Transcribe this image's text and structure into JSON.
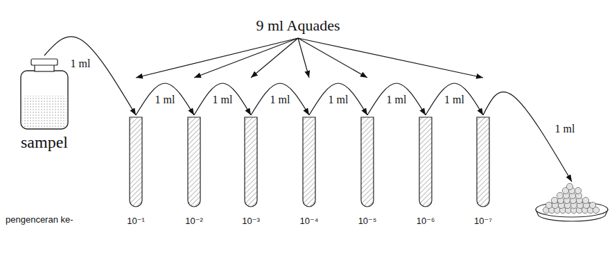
{
  "diagram": {
    "nodes": [
      {
        "text": [
          "9 ml Aquades"
        ]
      },
      {
        "text": [
          "sampel"
        ]
      },
      {
        "text": [
          "10⁻¹"
        ]
      },
      {
        "text": [
          "10⁻²"
        ]
      },
      {
        "text": [
          "10⁻³"
        ]
      },
      {
        "text": [
          "10⁻⁴"
        ]
      },
      {
        "text": [
          "10⁻⁵"
        ]
      },
      {
        "text": [
          "10⁻⁶"
        ]
      },
      {
        "text": [
          "10⁻⁷"
        ]
      },
      {
        "text": []
      }
    ],
    "edges": [
      {
        "from": 0,
        "to": 2,
        "arrow": "to"
      },
      {
        "from": 0,
        "to": 3,
        "arrow": "to"
      },
      {
        "from": 0,
        "to": 4,
        "arrow": "to"
      },
      {
        "from": 0,
        "to": 5,
        "arrow": "to"
      },
      {
        "from": 0,
        "to": 6,
        "arrow": "to"
      },
      {
        "from": 0,
        "to": 8,
        "arrow": "to"
      },
      {
        "from": 1,
        "to": 2,
        "label": "1 ml",
        "arrow": "to"
      },
      {
        "from": 2,
        "to": 3,
        "label": "1 ml",
        "arrow": "to"
      },
      {
        "from": 3,
        "to": 4,
        "label": "1 ml",
        "arrow": "to"
      },
      {
        "from": 4,
        "to": 5,
        "label": "1 ml",
        "arrow": "to"
      },
      {
        "from": 5,
        "to": 6,
        "label": "1 ml",
        "arrow": "to"
      },
      {
        "from": 6,
        "to": 7,
        "label": "1 ml",
        "arrow": "to"
      },
      {
        "from": 7,
        "to": 8,
        "label": "1 ml",
        "arrow": "to"
      },
      {
        "from": 8,
        "to": 9,
        "label": "1 ml",
        "arrow": "to"
      }
    ],
    "labels": [
      "pengenceran ke-"
    ]
  }
}
